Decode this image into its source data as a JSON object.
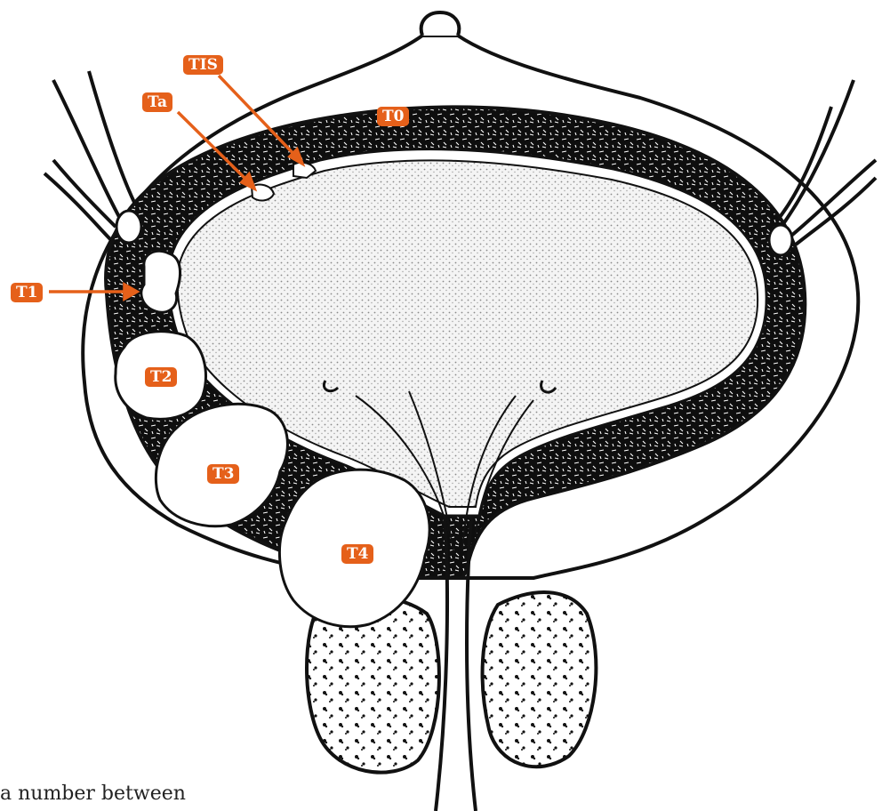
{
  "colors": {
    "accent": "#e5601a",
    "ink": "#111111",
    "wall": "#0e0e0e",
    "lumen": "#bdbdbd"
  },
  "labels": {
    "tis": "TIS",
    "ta": "Ta",
    "t0": "T0",
    "t1": "T1",
    "t2": "T2",
    "t3": "T3",
    "t4": "T4"
  },
  "caption": "a number between"
}
